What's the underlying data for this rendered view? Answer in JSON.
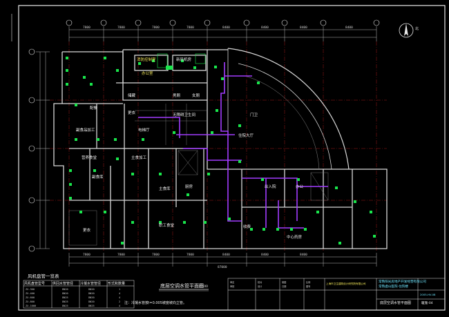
{
  "colors": {
    "background": "#000000",
    "frame": "#e8e8e8",
    "walls": "#d9d9d9",
    "thin_walls": "#8a8a8a",
    "grid_axes": "#cc2222",
    "equipment": "#19e64c",
    "piping": "#a23cff",
    "text_main": "#f0f0f0",
    "text_yellow": "#f3e85a",
    "text_cyan": "#6fe6ff"
  },
  "room_labels": [
    {
      "text": "消防控制室",
      "tone": "y"
    },
    {
      "text": "新风机房",
      "tone": "w"
    },
    {
      "text": "办公室",
      "tone": "y"
    },
    {
      "text": "配餐",
      "tone": "w"
    },
    {
      "text": "储藏",
      "tone": "w"
    },
    {
      "text": "更衣",
      "tone": "w"
    },
    {
      "text": "男厕",
      "tone": "w"
    },
    {
      "text": "女厕",
      "tone": "w"
    },
    {
      "text": "无障碍卫生间",
      "tone": "w"
    },
    {
      "text": "电梯厅",
      "tone": "w"
    },
    {
      "text": "营养食堂",
      "tone": "w"
    },
    {
      "text": "副食品加工",
      "tone": "w"
    },
    {
      "text": "主食加工",
      "tone": "w"
    },
    {
      "text": "主食库",
      "tone": "w"
    },
    {
      "text": "副食库",
      "tone": "w"
    },
    {
      "text": "厨房",
      "tone": "w"
    },
    {
      "text": "职工食堂",
      "tone": "w"
    },
    {
      "text": "住院大厅",
      "tone": "w"
    },
    {
      "text": "出入院",
      "tone": "w"
    },
    {
      "text": "办公",
      "tone": "w"
    },
    {
      "text": "中心药房",
      "tone": "w"
    },
    {
      "text": "收费",
      "tone": "w"
    },
    {
      "text": "门卫",
      "tone": "w"
    },
    {
      "text": "更衣",
      "tone": "w"
    }
  ],
  "drawing": {
    "plan_title": "底层空调水管平面图",
    "plan_scale": "1:100",
    "note": "注：冷凝水管按i=0.005坡度坡向立管。",
    "overall_dimension": "87000"
  },
  "dimensions": {
    "top": [
      "7800",
      "7800",
      "7800",
      "7800",
      "8400",
      "8400",
      "8400",
      "8400"
    ],
    "bottom": [
      "7800",
      "7800",
      "7800",
      "7800",
      "8400",
      "8400",
      "8400"
    ]
  },
  "fcu_table": {
    "title": "风机盘管一览表",
    "headers": [
      "风机盘管型号",
      "供回水管管径",
      "冷凝水管管径",
      "形式和数量"
    ],
    "rows": [
      [
        "ZX-300",
        "DN20",
        "DN20",
        "1"
      ],
      [
        "ZX-400",
        "DN20",
        "DN20",
        "4"
      ],
      [
        "ZX-600",
        "DN25",
        "DN20",
        "4"
      ],
      [
        "ZX-800",
        "DN25",
        "DN20",
        "2"
      ],
      [
        "ZX-1000",
        "DN25",
        "DN25",
        "4"
      ]
    ]
  },
  "title_block": {
    "design_institute": "上海市卫生建筑设计研究院有限公司",
    "client": "常熟阳光房地产开发经营有限公司",
    "project": "常熟虞山医院-住院楼",
    "sheet_title": "底层空调水管平面图",
    "sheet_no": "暖施-04",
    "drawing_code": "2005-HV-08",
    "small_fields": [
      "审定",
      "审核",
      "校对",
      "设计",
      "制图",
      "日期",
      "比例",
      "图号"
    ]
  },
  "compass": {
    "label": "北"
  }
}
